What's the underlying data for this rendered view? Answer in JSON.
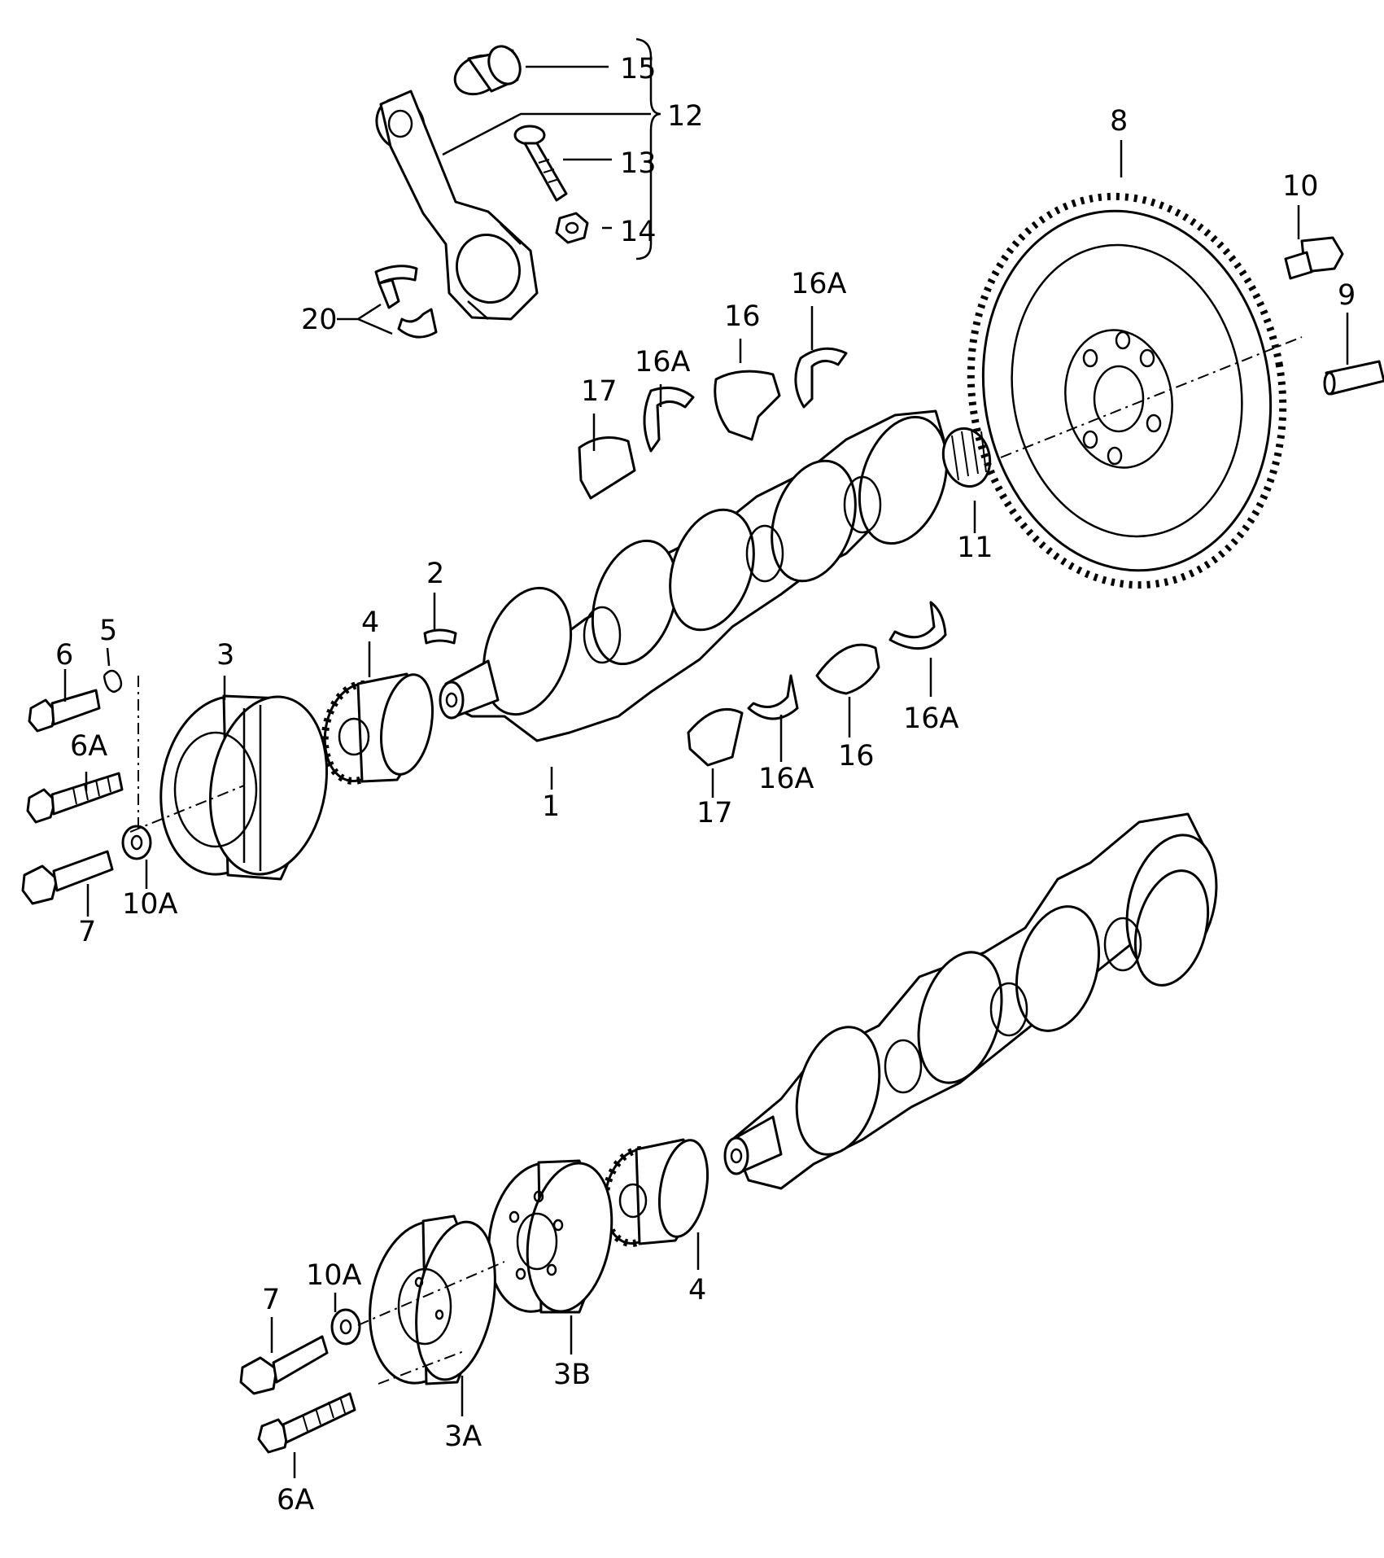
{
  "callouts": {
    "c1": "1",
    "c2": "2",
    "c3": "3",
    "c3A": "3A",
    "c3B": "3B",
    "c4_upper": "4",
    "c4_lower": "4",
    "c5": "5",
    "c6": "6",
    "c6A_upper": "6A",
    "c6A_lower": "6A",
    "c7_upper": "7",
    "c7_lower": "7",
    "c8": "8",
    "c9": "9",
    "c10": "10",
    "c10A_upper": "10A",
    "c10A_lower": "10A",
    "c11": "11",
    "c12": "12",
    "c13": "13",
    "c14": "14",
    "c15": "15",
    "c16_upper": "16",
    "c16_lower": "16",
    "c16A_top_right": "16A",
    "c16A_top_left": "16A",
    "c16A_bottom_mid": "16A",
    "c16A_bottom_right": "16A",
    "c17_upper": "17",
    "c17_lower": "17",
    "c20": "20"
  }
}
